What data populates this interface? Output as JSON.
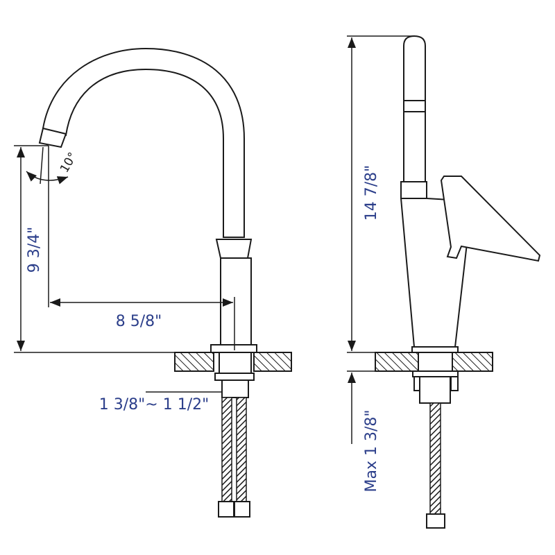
{
  "colors": {
    "dimension_text": "#2b3e8a",
    "line": "#1a1a1a",
    "background": "#ffffff"
  },
  "front_view": {
    "height_label": "9 3/4\"",
    "reach_label": "8 5/8\"",
    "angle_label": "10°",
    "deck_thickness_label": "1 3/8\"~ 1 1/2\""
  },
  "side_view": {
    "total_height_label": "14 7/8\"",
    "max_deck_label": "Max 1 3/8\""
  }
}
